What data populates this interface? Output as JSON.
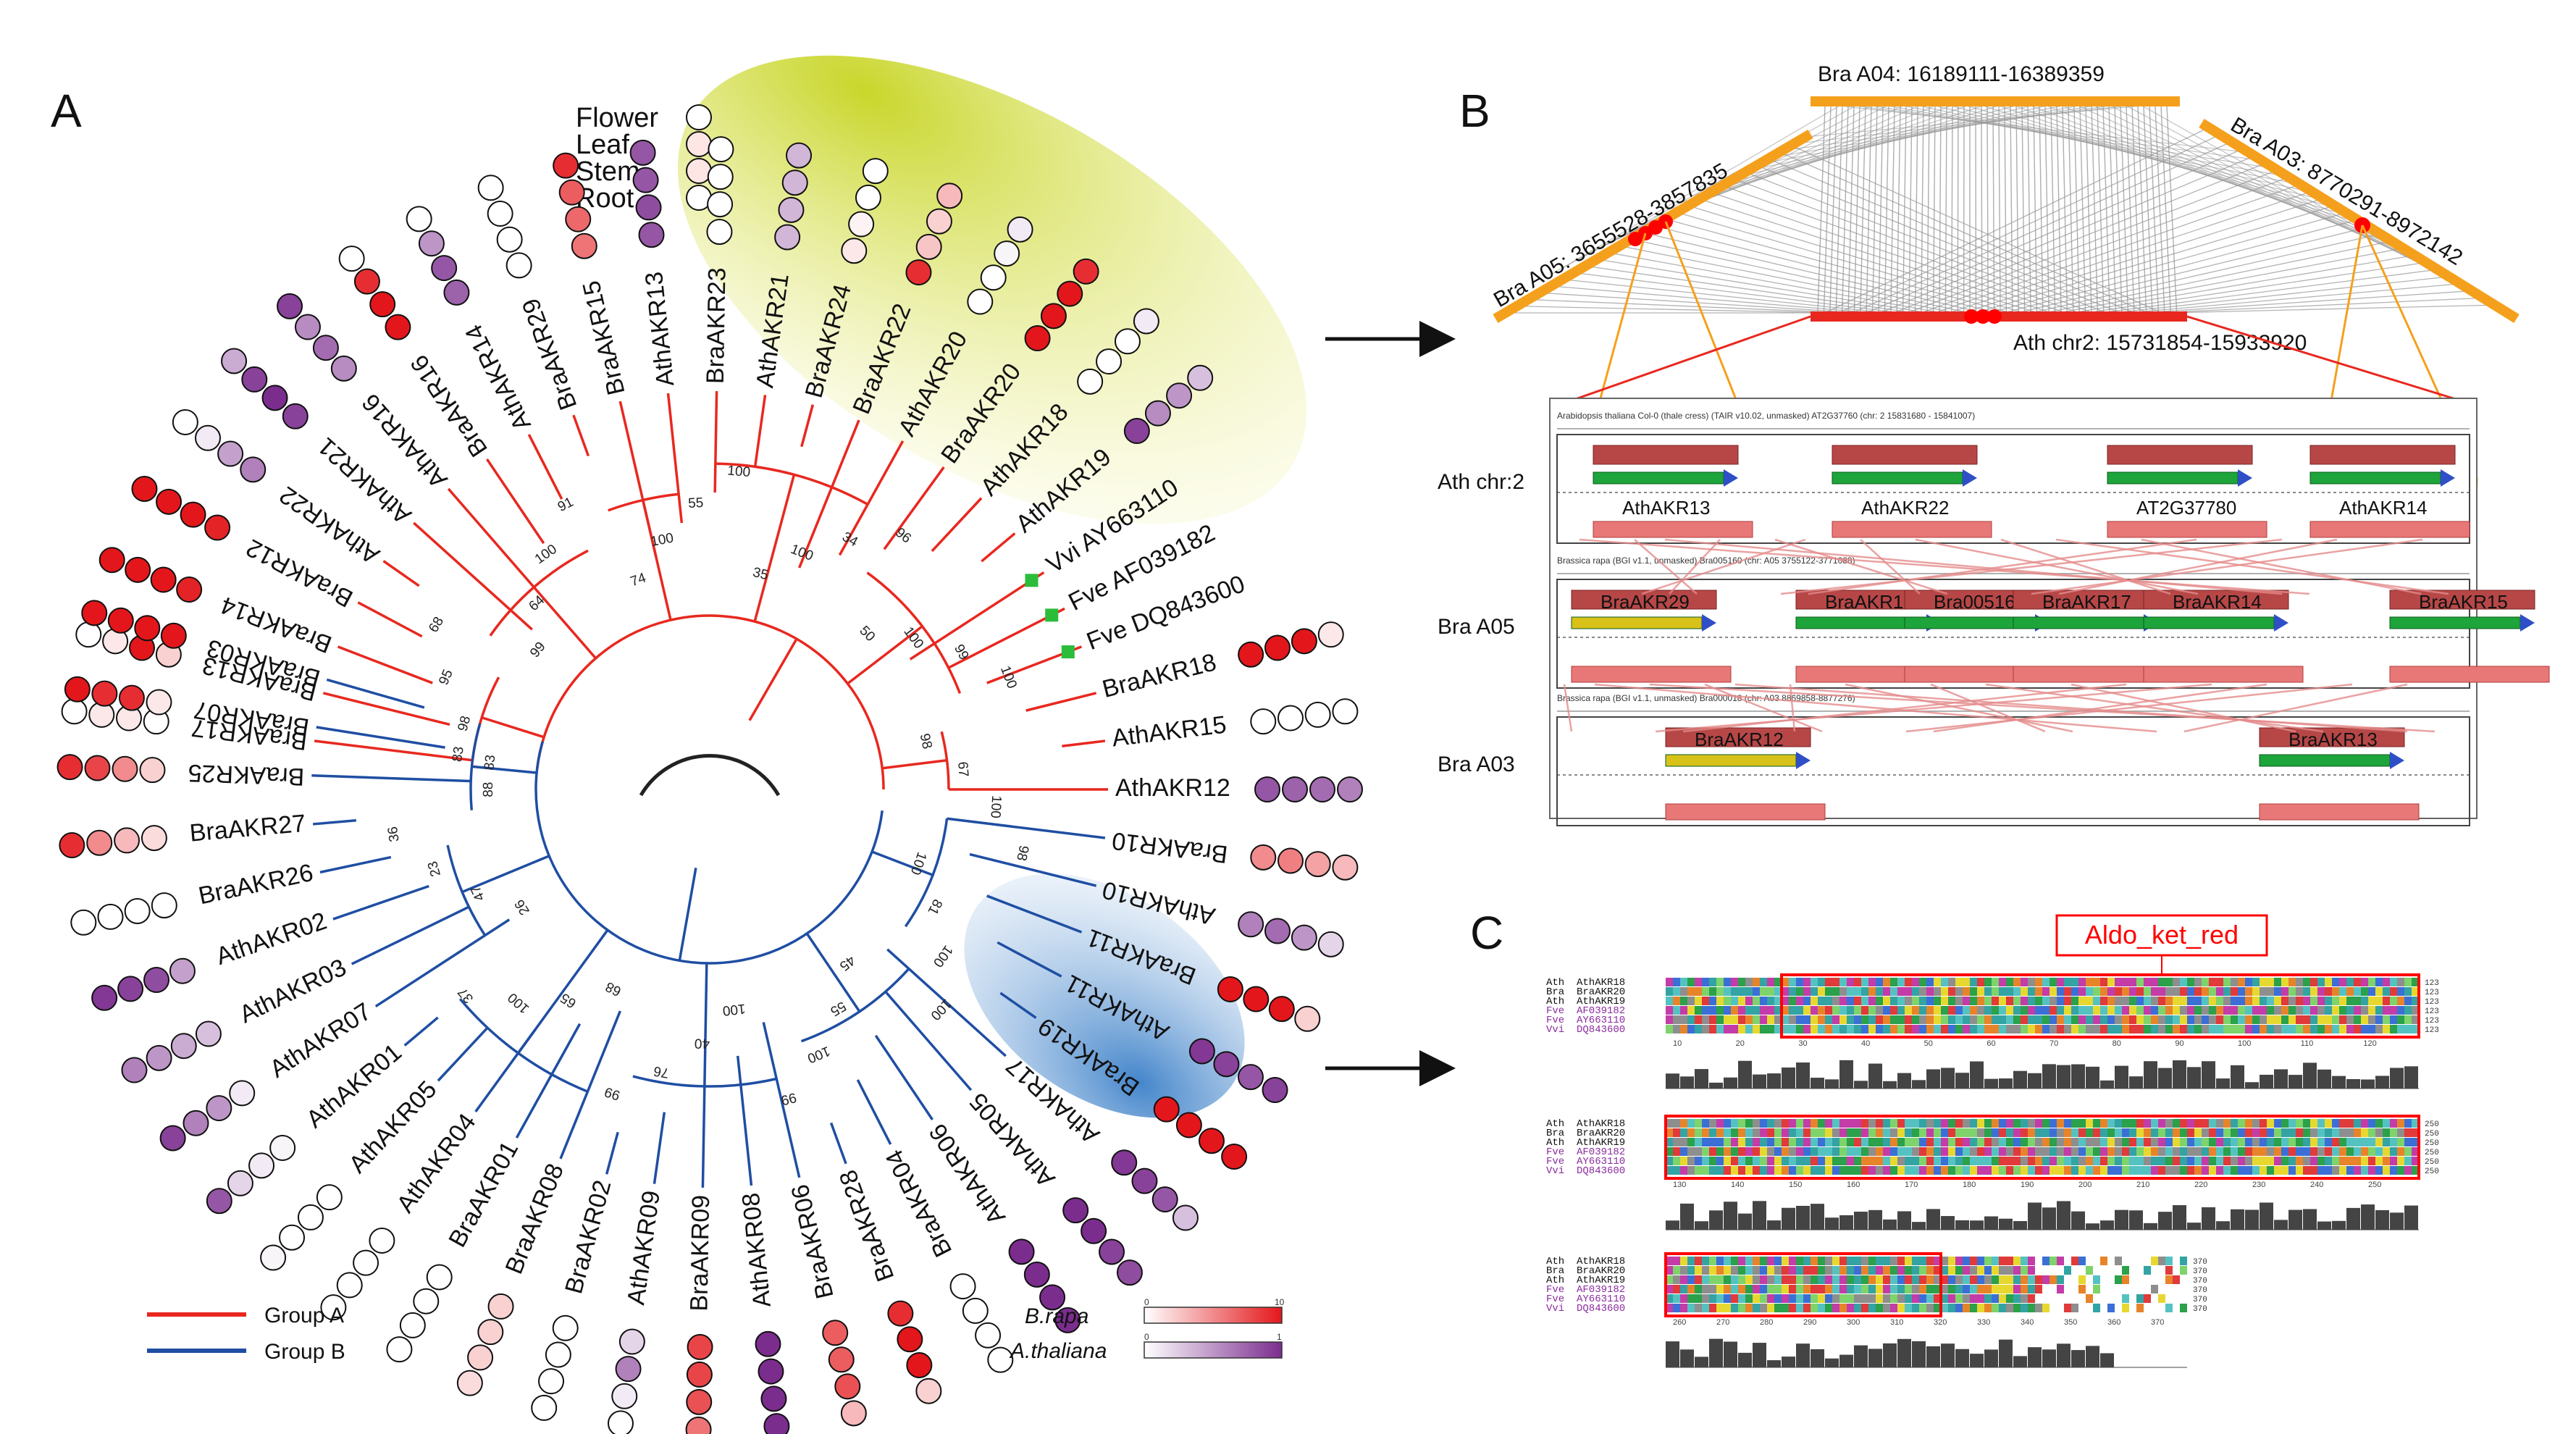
{
  "panels": {
    "a": "A",
    "b": "B",
    "c": "C"
  },
  "tissues": [
    "Flower",
    "Leaf",
    "Stem",
    "Root"
  ],
  "legend": {
    "group_a": "Group A",
    "group_b": "Group B"
  },
  "scales": [
    {
      "species": "B.rapa",
      "min": "0",
      "max": "10",
      "colors": [
        "#ffffff",
        "#e3171b"
      ]
    },
    {
      "species": "A.thaliana",
      "min": "0",
      "max": "1",
      "colors": [
        "#ffffff",
        "#7b2d8e"
      ]
    }
  ],
  "colors": {
    "group_a": "#e8281f",
    "group_b": "#1f4ea3",
    "syntenic": "#f5a01c",
    "highlight_red": "#ff0000"
  },
  "group_a_leaves": [
    {
      "name": "BraAKR17",
      "angle": -83,
      "expr": [
        0.0,
        0.1,
        0.1,
        0.0
      ],
      "sp": "bra"
    },
    {
      "name": "BraAKR13",
      "angle": -76,
      "expr": [
        0.2,
        1.0,
        0.1,
        0.0
      ],
      "sp": "bra"
    },
    {
      "name": "BraAKR14",
      "angle": -69,
      "expr": [
        0.95,
        1.0,
        1.0,
        1.0
      ],
      "sp": "bra"
    },
    {
      "name": "BraAKR12",
      "angle": -62,
      "expr": [
        0.95,
        1.0,
        1.0,
        1.0
      ],
      "sp": "bra"
    },
    {
      "name": "AthAKR22",
      "angle": -55,
      "expr": [
        0.6,
        0.45,
        0.1,
        0.0
      ],
      "sp": "ath"
    },
    {
      "name": "AthAKR21",
      "angle": -48,
      "expr": [
        0.9,
        1.0,
        0.9,
        0.4
      ],
      "sp": "ath"
    },
    {
      "name": "AthAKR16",
      "angle": -41,
      "expr": [
        0.55,
        0.7,
        0.55,
        0.9
      ],
      "sp": "ath"
    },
    {
      "name": "BraAKR16",
      "angle": -34,
      "expr": [
        1.0,
        1.0,
        0.9,
        0.0
      ],
      "sp": "bra"
    },
    {
      "name": "AthAKR14",
      "angle": -27,
      "expr": [
        0.75,
        0.8,
        0.5,
        0.0
      ],
      "sp": "ath"
    },
    {
      "name": "BraAKR29",
      "angle": -20,
      "expr": [
        0.0,
        0.0,
        0.0,
        0.0
      ],
      "sp": "bra"
    },
    {
      "name": "BraAKR15",
      "angle": -13,
      "expr": [
        0.6,
        0.65,
        0.7,
        0.9
      ],
      "sp": "bra"
    },
    {
      "name": "AthAKR13",
      "angle": -6,
      "expr": [
        0.8,
        0.85,
        0.8,
        0.8
      ],
      "sp": "ath"
    },
    {
      "name": "BraAKR23",
      "angle": 1,
      "expr": [
        0.0,
        0.0,
        0.0,
        0.0
      ],
      "sp": "bra"
    },
    {
      "name": "AthAKR21",
      "angle": 8,
      "expr": [
        0.35,
        0.35,
        0.35,
        0.35
      ],
      "sp": "ath"
    },
    {
      "name": "BraAKR24",
      "angle": 15,
      "expr": [
        0.1,
        0.05,
        0.0,
        0.0
      ],
      "sp": "bra"
    },
    {
      "name": "BraAKR22",
      "angle": 22,
      "expr": [
        0.9,
        0.25,
        0.2,
        0.3
      ],
      "sp": "bra"
    },
    {
      "name": "AthAKR20",
      "angle": 29,
      "expr": [
        0.0,
        0.0,
        0.05,
        0.1
      ],
      "sp": "ath"
    },
    {
      "name": "BraAKR20",
      "angle": 36,
      "expr": [
        1.0,
        1.0,
        1.0,
        0.9
      ],
      "sp": "bra"
    },
    {
      "name": "AthAKR18",
      "angle": 43,
      "expr": [
        0.0,
        0.0,
        0.0,
        0.1
      ],
      "sp": "ath"
    },
    {
      "name": "AthAKR19",
      "angle": 50,
      "expr": [
        0.9,
        0.55,
        0.5,
        0.3
      ],
      "sp": "ath"
    },
    {
      "name": "Vvi AY663110",
      "angle": 57,
      "expr": [],
      "sp": "out"
    },
    {
      "name": "Fve AF039182",
      "angle": 63,
      "expr": [],
      "sp": "out"
    },
    {
      "name": "Fve DQ843600",
      "angle": 69,
      "expr": [],
      "sp": "out"
    },
    {
      "name": "BraAKR18",
      "angle": 76,
      "expr": [
        1.0,
        1.0,
        1.0,
        0.1
      ],
      "sp": "bra"
    },
    {
      "name": "AthAKR15",
      "angle": 83,
      "expr": [
        0.0,
        0.0,
        0.0,
        0.0
      ],
      "sp": "ath"
    },
    {
      "name": "AthAKR12",
      "angle": 90,
      "expr": [
        0.8,
        0.75,
        0.7,
        0.6
      ],
      "sp": "ath"
    }
  ],
  "group_b_leaves": [
    {
      "name": "BraAKR10",
      "angle": 97,
      "expr": [
        0.5,
        0.55,
        0.4,
        0.3
      ],
      "sp": "bra"
    },
    {
      "name": "AthAKR10",
      "angle": 104,
      "expr": [
        0.6,
        0.7,
        0.5,
        0.2
      ],
      "sp": "ath"
    },
    {
      "name": "BraAKR11",
      "angle": 111,
      "expr": [
        1.0,
        1.0,
        1.0,
        0.2
      ],
      "sp": "bra"
    },
    {
      "name": "AthAKR11",
      "angle": 118,
      "expr": [
        0.95,
        0.9,
        0.8,
        0.9
      ],
      "sp": "ath"
    },
    {
      "name": "BraAKR19",
      "angle": 125,
      "expr": [
        1.0,
        1.0,
        1.0,
        1.0
      ],
      "sp": "bra"
    },
    {
      "name": "AthAKR17",
      "angle": 132,
      "expr": [
        0.95,
        0.9,
        0.8,
        0.3
      ],
      "sp": "ath"
    },
    {
      "name": "AthAKR05",
      "angle": 139,
      "expr": [
        1.0,
        1.0,
        0.9,
        0.85
      ],
      "sp": "ath"
    },
    {
      "name": "AthAKR06",
      "angle": 146,
      "expr": [
        1.0,
        1.0,
        1.0,
        1.0
      ],
      "sp": "ath"
    },
    {
      "name": "BraAKR04",
      "angle": 153,
      "expr": [
        0.0,
        0.0,
        0.0,
        0.0
      ],
      "sp": "bra"
    },
    {
      "name": "BraAKR28",
      "angle": 160,
      "expr": [
        0.9,
        1.0,
        1.0,
        0.2
      ],
      "sp": "bra"
    },
    {
      "name": "BraAKR06",
      "angle": 167,
      "expr": [
        0.7,
        0.7,
        0.75,
        0.3
      ],
      "sp": "bra"
    },
    {
      "name": "AthAKR08",
      "angle": 174,
      "expr": [
        1.0,
        1.0,
        1.0,
        1.0
      ],
      "sp": "ath"
    },
    {
      "name": "BraAKR09",
      "angle": 181,
      "expr": [
        0.8,
        0.8,
        0.75,
        0.6
      ],
      "sp": "bra"
    },
    {
      "name": "AthAKR09",
      "angle": 188,
      "expr": [
        0.2,
        0.6,
        0.1,
        0.0
      ],
      "sp": "ath"
    },
    {
      "name": "BraAKR02",
      "angle": 195,
      "expr": [
        0.0,
        0.0,
        0.0,
        0.0
      ],
      "sp": "bra"
    },
    {
      "name": "BraAKR08",
      "angle": 202,
      "expr": [
        0.2,
        0.2,
        0.2,
        0.15
      ],
      "sp": "bra"
    },
    {
      "name": "BraAKR01",
      "angle": 209,
      "expr": [
        0.0,
        0.0,
        0.0,
        0.0
      ],
      "sp": "bra"
    },
    {
      "name": "AthAKR04",
      "angle": 216,
      "expr": [
        0.0,
        0.0,
        0.0,
        0.0
      ],
      "sp": "ath"
    },
    {
      "name": "AthAKR05",
      "angle": 223,
      "expr": [
        0.0,
        0.0,
        0.0,
        0.05
      ],
      "sp": "ath"
    },
    {
      "name": "AthAKR01",
      "angle": 230,
      "expr": [
        0.05,
        0.1,
        0.2,
        0.8
      ],
      "sp": "ath"
    },
    {
      "name": "AthAKR07",
      "angle": 237,
      "expr": [
        0.1,
        0.5,
        0.6,
        0.9
      ],
      "sp": "ath"
    },
    {
      "name": "AthAKR03",
      "angle": 244,
      "expr": [
        0.3,
        0.4,
        0.5,
        0.6
      ],
      "sp": "ath"
    },
    {
      "name": "AthAKR02",
      "angle": 251,
      "expr": [
        0.45,
        0.85,
        0.9,
        0.95
      ],
      "sp": "ath"
    },
    {
      "name": "BraAKR26",
      "angle": 258,
      "expr": [
        0.0,
        0.0,
        0.0,
        0.0
      ],
      "sp": "bra"
    },
    {
      "name": "BraAKR27",
      "angle": 265,
      "expr": [
        0.15,
        0.3,
        0.5,
        0.9
      ],
      "sp": "bra"
    },
    {
      "name": "BraAKR25",
      "angle": 272,
      "expr": [
        0.2,
        0.5,
        0.8,
        0.9
      ],
      "sp": "bra"
    },
    {
      "name": "BraAKR07",
      "angle": 279,
      "expr": [
        0.1,
        0.9,
        0.9,
        1.0
      ],
      "sp": "bra"
    },
    {
      "name": "BraAKR03",
      "angle": 286,
      "expr": [
        1.0,
        1.0,
        1.0,
        1.0
      ],
      "sp": "bra"
    }
  ],
  "bootstraps": [
    "83",
    "98",
    "95",
    "68",
    "99",
    "64",
    "100",
    "91",
    "74",
    "100",
    "55",
    "100",
    "35",
    "100",
    "34",
    "96",
    "50",
    "100",
    "99",
    "100",
    "98",
    "67",
    "100",
    "98",
    "100",
    "81",
    "100",
    "100",
    "45",
    "55",
    "100",
    "99",
    "100",
    "40",
    "76",
    "99",
    "68",
    "65",
    "100",
    "37",
    "26",
    "47",
    "23",
    "36",
    "88",
    "83"
  ],
  "synteny": {
    "a04_label": "Bra A04: 16189111-16389359",
    "a05_label": "Bra A05: 3655528-3857835",
    "a03_label": "Bra A03: 8770291-8972142",
    "ath_label": "Ath chr2: 15731854-15933920"
  },
  "gbrowse": {
    "rows": [
      {
        "label": "Ath chr:2",
        "header": "Arabidopsis thaliana Col-0 (thale cress) (TAIR v10.02, unmasked) AT2G37760 (chr: 2 15831680 - 15841007)",
        "genes": [
          "AthAKR13",
          "AthAKR22",
          "AT2G37780",
          "AthAKR14"
        ]
      },
      {
        "label": "Bra A05",
        "header": "Brassica rapa (BGI v1.1, unmasked) Bra005160 (chr: A05 3755122-3771088)",
        "genes": [
          "BraAKR29",
          "BraAKR16",
          "Bra005160",
          "BraAKR17",
          "BraAKR14",
          "BraAKR15"
        ]
      },
      {
        "label": "Bra A03",
        "header": "Brassica rapa (BGI v1.1, unmasked) Bra000018 (chr: A03 8869858-8877276)",
        "genes": [
          "BraAKR12",
          "BraAKR13"
        ]
      }
    ]
  },
  "alignment": {
    "domain": "Aldo_ket_red",
    "sequences": [
      {
        "sp": "Ath",
        "id": "AthAKR18"
      },
      {
        "sp": "Bra",
        "id": "BraAKR20"
      },
      {
        "sp": "Ath",
        "id": "AthAKR19"
      },
      {
        "sp": "Fve",
        "id": "AF039182"
      },
      {
        "sp": "Fve",
        "id": "AY663110"
      },
      {
        "sp": "Vvi",
        "id": "DQ843600"
      }
    ],
    "block_ends": [
      [
        "123",
        "123",
        "123",
        "123",
        "123",
        "123"
      ],
      [
        "250",
        "250",
        "250",
        "250",
        "250",
        "250"
      ],
      [
        "370",
        "370",
        "370",
        "370",
        "370",
        "370"
      ]
    ],
    "rulers": [
      [
        "10",
        "20",
        "30",
        "40",
        "50",
        "60",
        "70",
        "80",
        "90",
        "100",
        "110",
        "120"
      ],
      [
        "130",
        "140",
        "150",
        "160",
        "170",
        "180",
        "190",
        "200",
        "210",
        "220",
        "230",
        "240",
        "250"
      ],
      [
        "260",
        "270",
        "280",
        "290",
        "300",
        "310",
        "320",
        "330",
        "340",
        "350",
        "360",
        "370"
      ]
    ]
  }
}
